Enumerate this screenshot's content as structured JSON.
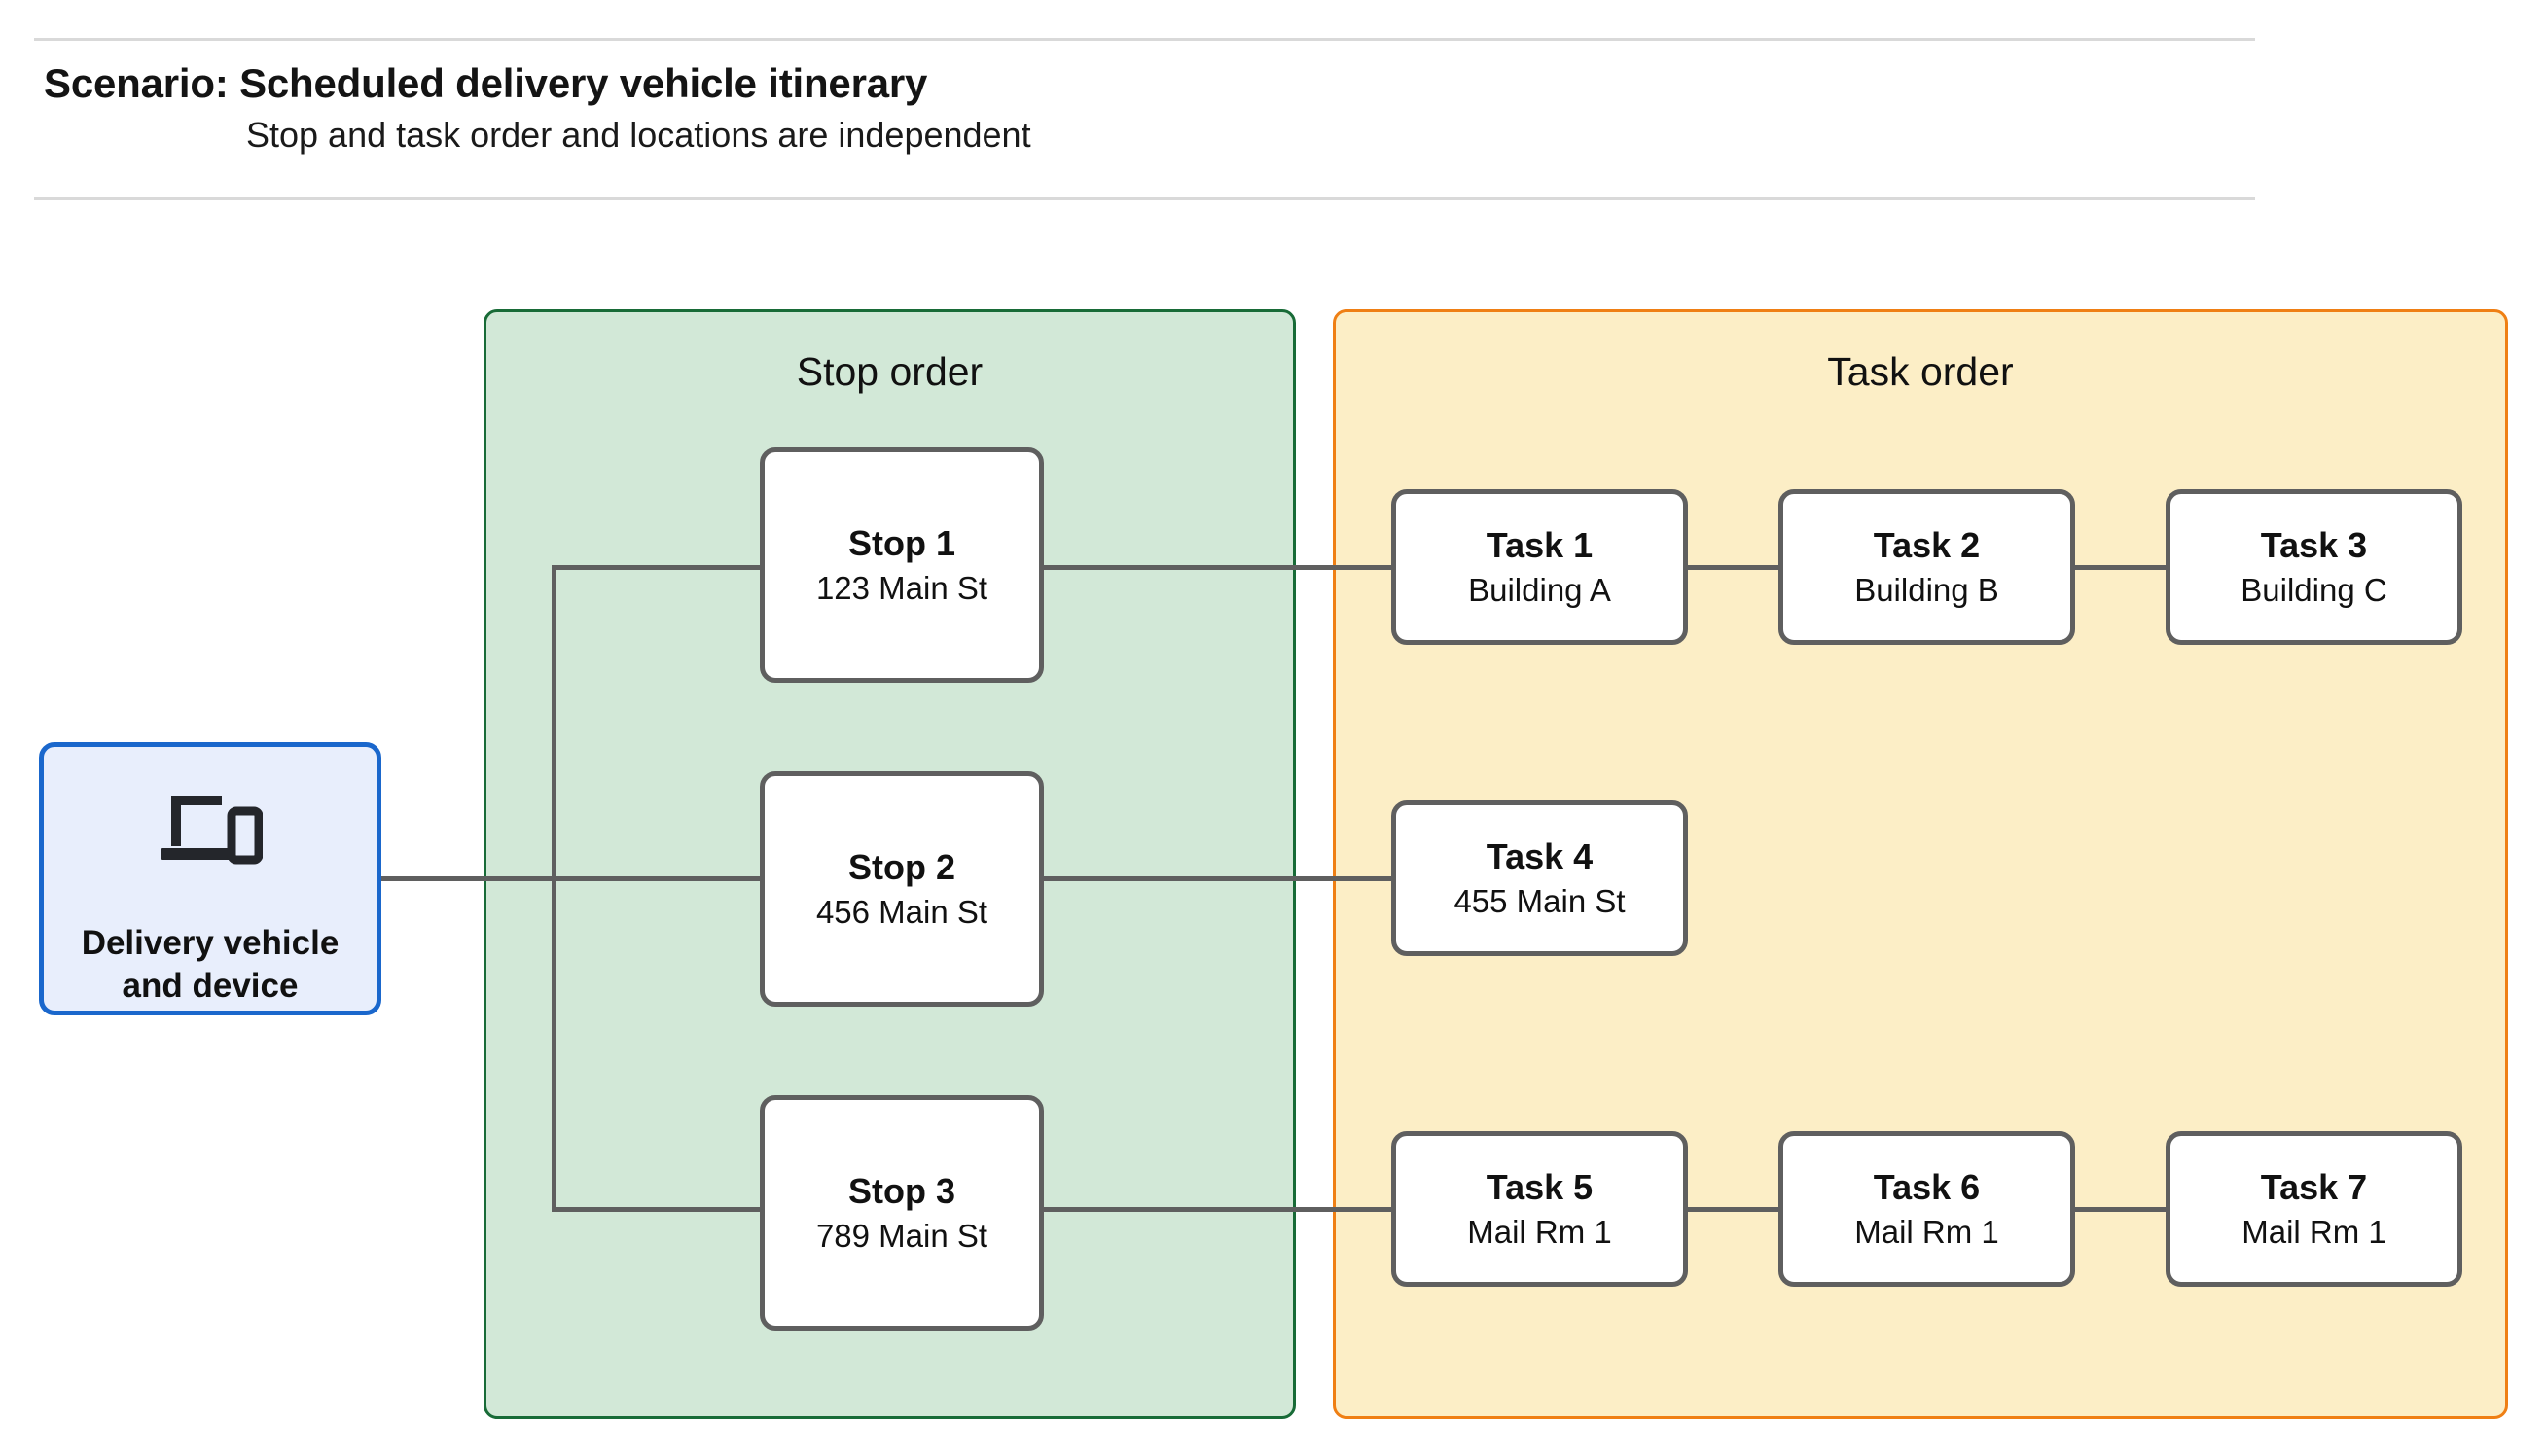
{
  "header": {
    "title": "Scenario: Scheduled delivery vehicle itinerary",
    "subtitle": "Stop and task order and locations are independent"
  },
  "source_node": {
    "label": "Delivery vehicle\nand device",
    "icon": "devices-laptop-phone-icon",
    "border_color": "#1a67cc",
    "fill_color": "#e8eefc"
  },
  "panels": {
    "stop": {
      "title": "Stop order",
      "border_color": "#186b37",
      "fill_color": "#d2e8d7"
    },
    "task": {
      "title": "Task order",
      "border_color": "#ef7f14",
      "fill_color": "#fceec6"
    }
  },
  "stops": [
    {
      "title": "Stop 1",
      "address": "123 Main St"
    },
    {
      "title": "Stop 2",
      "address": "456 Main St"
    },
    {
      "title": "Stop 3",
      "address": "789 Main St"
    }
  ],
  "task_rows": [
    [
      {
        "title": "Task 1",
        "location": "Building A"
      },
      {
        "title": "Task 2",
        "location": "Building B"
      },
      {
        "title": "Task 3",
        "location": "Building C"
      }
    ],
    [
      {
        "title": "Task 4",
        "location": "455 Main St"
      }
    ],
    [
      {
        "title": "Task 5",
        "location": "Mail Rm 1"
      },
      {
        "title": "Task 6",
        "location": "Mail Rm 1"
      },
      {
        "title": "Task 7",
        "location": "Mail Rm 1"
      }
    ]
  ],
  "node_style": {
    "border_color": "#5f5f5f",
    "fill_color": "#ffffff"
  },
  "connector_color": "#5f5f5f"
}
